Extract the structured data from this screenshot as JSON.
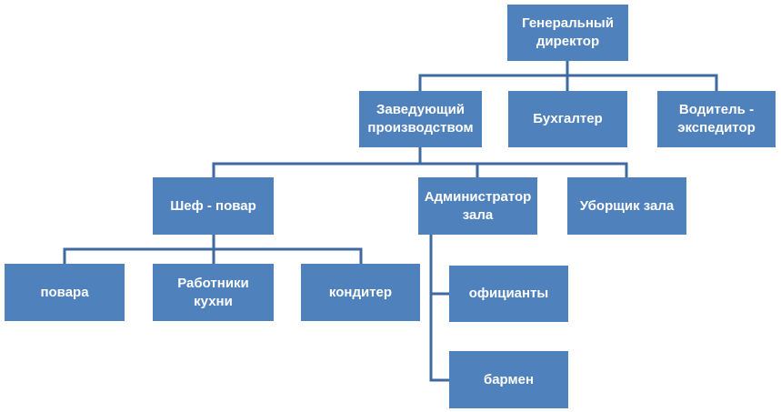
{
  "nodes": {
    "general_director": "Генеральный\nдиректор",
    "production_manager": "Заведующий\nпроизводством",
    "accountant": "Бухгалтер",
    "driver_forwarder": "Водитель -\nэкспедитор",
    "chef": "Шеф - повар",
    "hall_administrator": "Администратор\nзала",
    "hall_cleaner": "Уборщик зала",
    "cooks": "повара",
    "kitchen_workers": "Работники\nкухни",
    "confectioner": "кондитер",
    "waiters": "официанты",
    "bartender": "бармен"
  },
  "colors": {
    "box_fill": "#4f81bd",
    "connector": "#3e6aa1",
    "text": "#ffffff"
  }
}
